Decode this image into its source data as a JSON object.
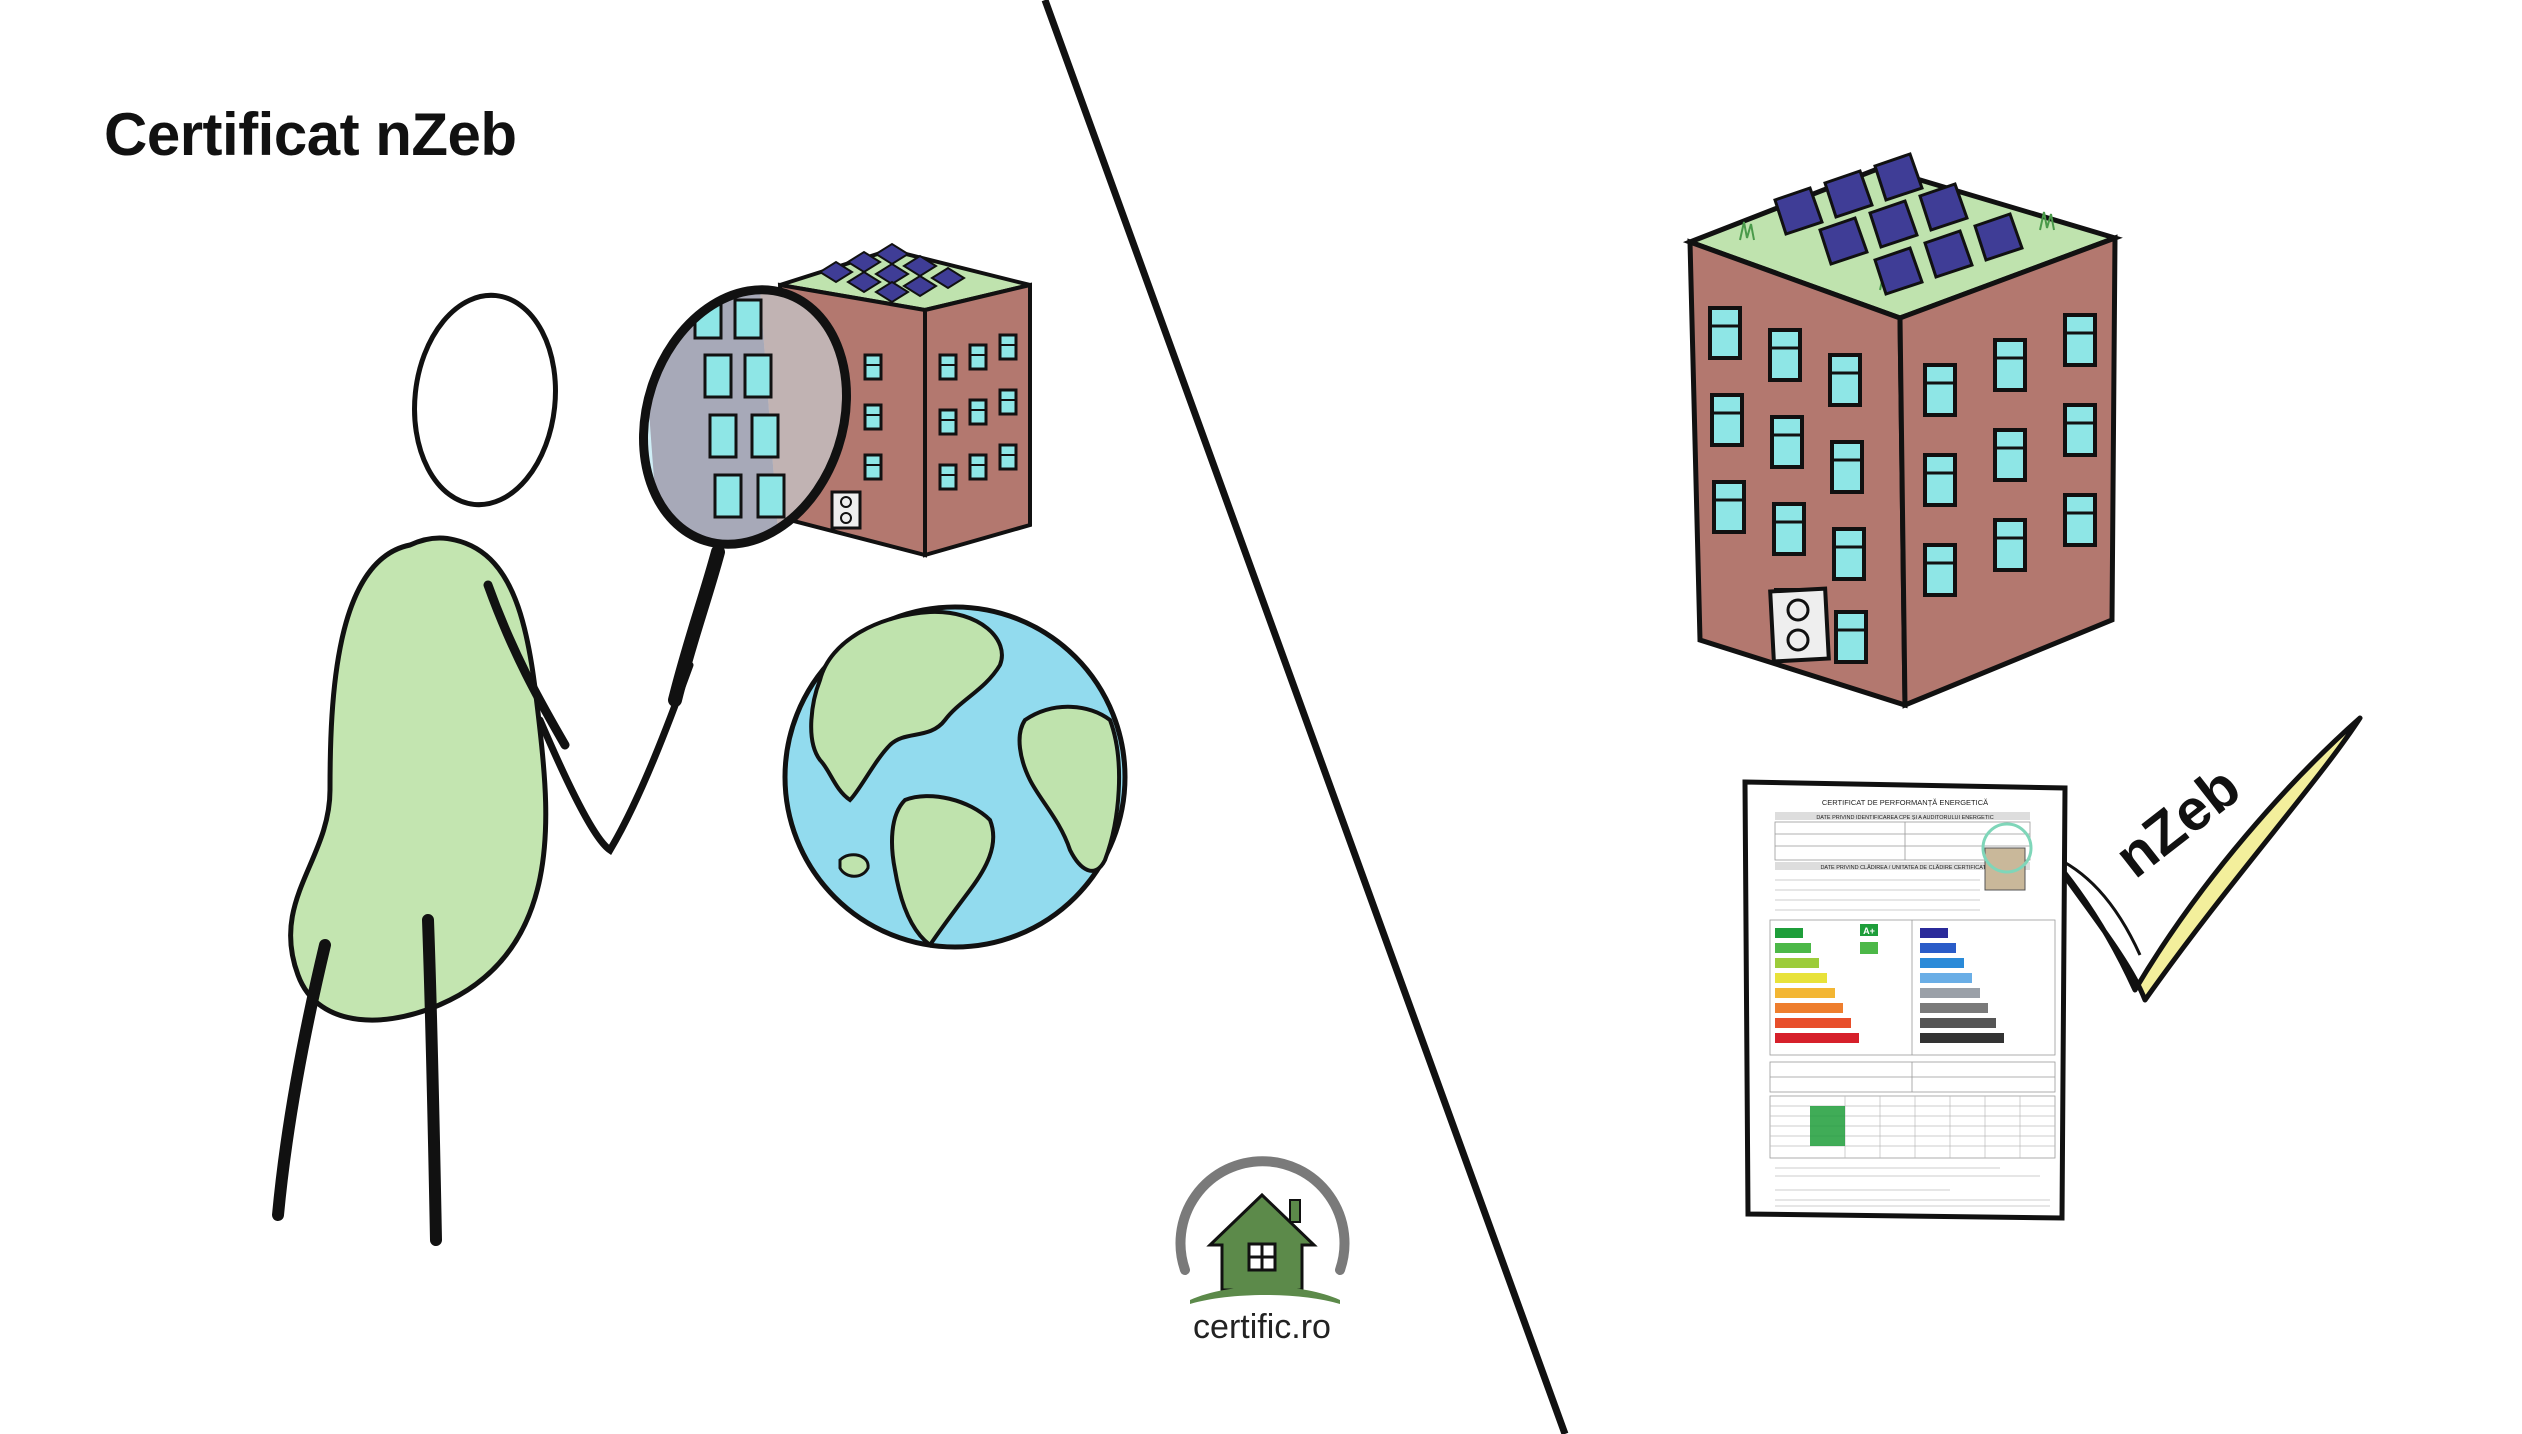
{
  "title": "Certificat nZeb",
  "logo": {
    "text": "certific.ro"
  },
  "badge": {
    "text": "nZeb"
  },
  "certificate": {
    "heading": "CERTIFICAT DE PERFORMANȚĂ ENERGETICĂ",
    "section1": "DATE PRIVIND IDENTIFICAREA CPE ȘI A AUDITORULUI ENERGETIC",
    "section2": "DATE PRIVIND CLĂDIREA / UNITATEA DE CLĂDIRE CERTIFICATĂ",
    "rating": "A+"
  },
  "colors": {
    "figure_body": "#c3e5b0",
    "building_wall": "#b3786f",
    "building_roof": "#bfe3ae",
    "window": "#8ee6e6",
    "solar_panel": "#3f3d96",
    "ocean": "#92dbee",
    "land": "#bfe3ad",
    "check": "#f3ef9c",
    "logo_house": "#5c8a4a",
    "logo_ring": "#7a7a7a"
  },
  "icons": [
    "stick-figure-icon",
    "magnifying-glass-icon",
    "small-building-icon",
    "globe-icon",
    "large-building-icon",
    "certificate-document-icon",
    "checkmark-icon",
    "logo-house-icon"
  ]
}
